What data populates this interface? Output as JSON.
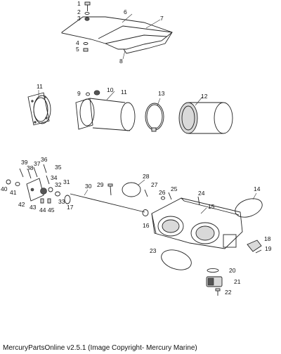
{
  "caption": "MercuryPartsOnline v2.5.1 (Image Copyright- Mercury Marine)",
  "callouts": [
    "1",
    "2",
    "3",
    "4",
    "5",
    "6",
    "7",
    "8",
    "9",
    "10",
    "11",
    "11",
    "12",
    "13",
    "14",
    "15",
    "16",
    "17",
    "18",
    "19",
    "20",
    "21",
    "22",
    "23",
    "24",
    "25",
    "26",
    "27",
    "28",
    "29",
    "30",
    "31",
    "32",
    "33",
    "34",
    "35",
    "36",
    "37",
    "38",
    "39",
    "40",
    "41",
    "42",
    "43",
    "44",
    "45"
  ]
}
